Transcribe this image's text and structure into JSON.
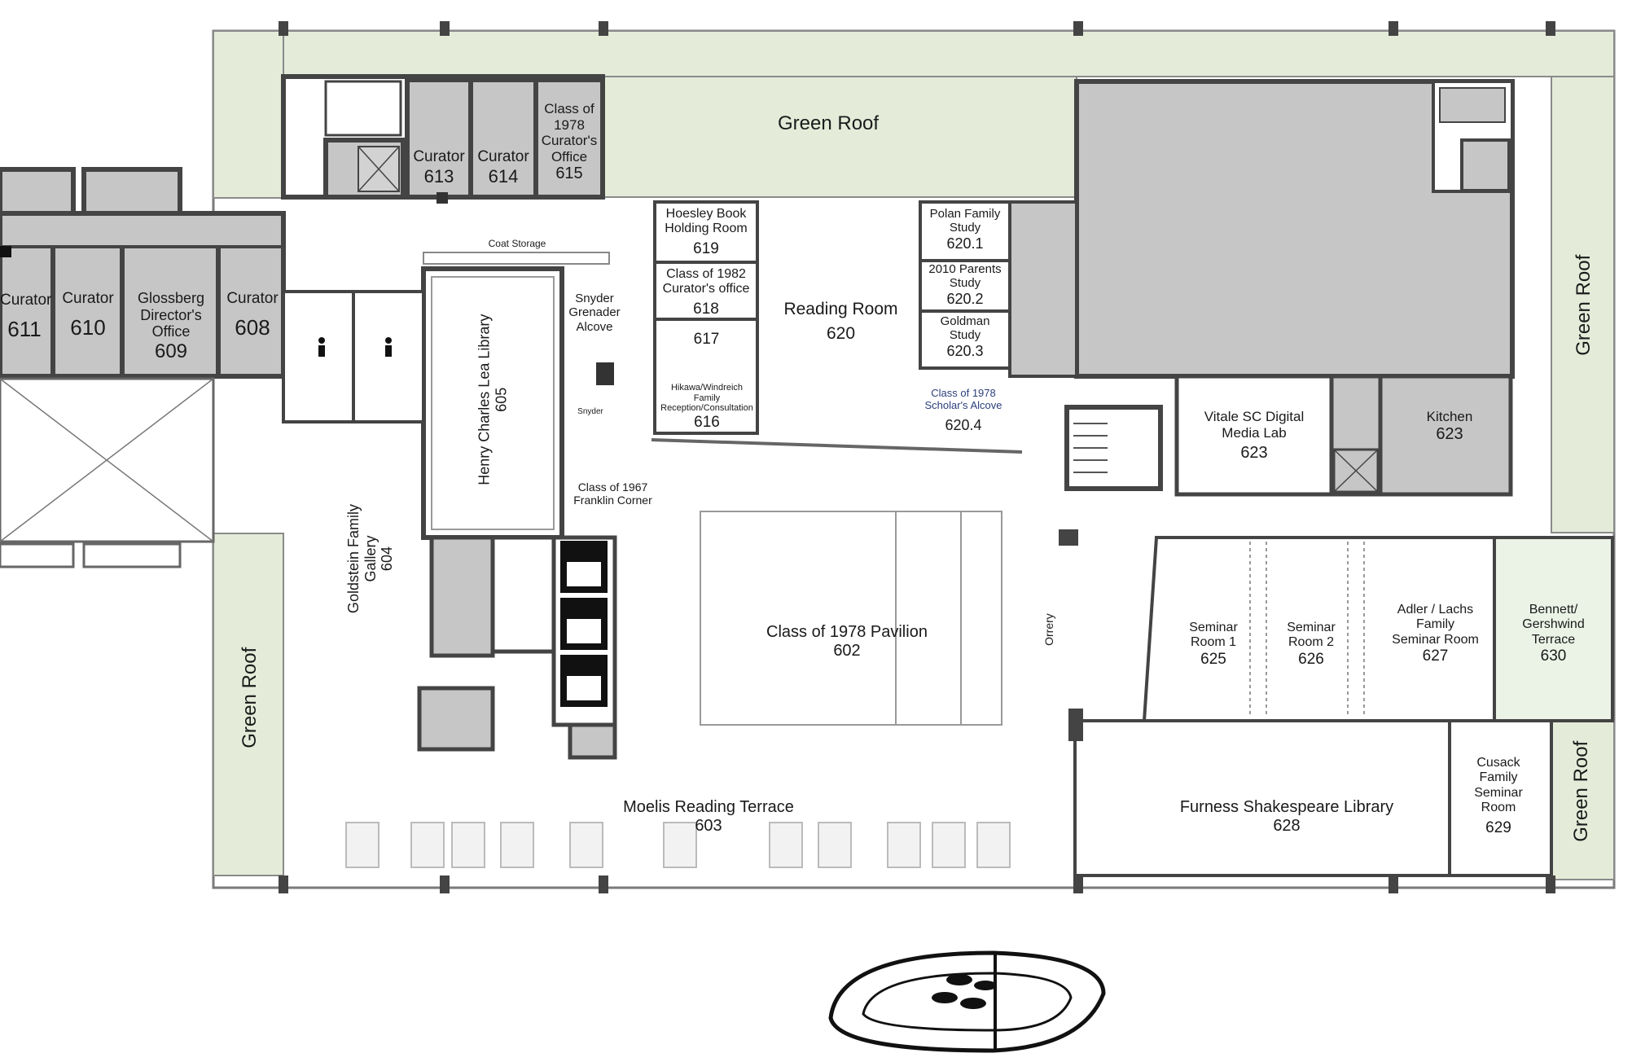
{
  "map": {
    "green_roof_label": "Green Roof",
    "rooms": {
      "r611": {
        "name": "Curator",
        "number": "611"
      },
      "r610": {
        "name": "Curator",
        "number": "610"
      },
      "r609": {
        "name_lines": [
          "Glossberg",
          "Director's",
          "Office"
        ],
        "number": "609"
      },
      "r608": {
        "name": "Curator",
        "number": "608"
      },
      "r613": {
        "name": "Curator",
        "number": "613"
      },
      "r614": {
        "name": "Curator",
        "number": "614"
      },
      "r615": {
        "name_lines": [
          "Class of",
          "1978",
          "Curator's",
          "Office"
        ],
        "number": "615"
      },
      "r619": {
        "name_lines": [
          "Hoesley Book",
          "Holding Room"
        ],
        "number": "619"
      },
      "r618": {
        "name_lines": [
          "Class of 1982",
          "Curator's office"
        ],
        "number": "618"
      },
      "r617": {
        "number": "617"
      },
      "r616": {
        "name_lines": [
          "Hikawa/Windreich",
          "Family",
          "Reception/Consultation"
        ],
        "number": "616"
      },
      "r620": {
        "name": "Reading Room",
        "number": "620"
      },
      "r620_1": {
        "name_lines": [
          "Polan Family",
          "Study"
        ],
        "number": "620.1"
      },
      "r620_2": {
        "name_lines": [
          "2010 Parents",
          "Study"
        ],
        "number": "620.2"
      },
      "r620_3": {
        "name_lines": [
          "Goldman",
          "Study"
        ],
        "number": "620.3"
      },
      "r620_4": {
        "name_lines": [
          "Class of 1978",
          "Scholar's Alcove"
        ],
        "number": "620.4"
      },
      "r605": {
        "name": "Henry Charles Lea Library",
        "number": "605"
      },
      "r604": {
        "name_lines": [
          "Goldstein Family",
          "Gallery"
        ],
        "number": "604"
      },
      "r602": {
        "name": "Class of 1978 Pavilion",
        "number": "602"
      },
      "r603": {
        "name": "Moelis Reading Terrace",
        "number": "603"
      },
      "r623a": {
        "name_lines": [
          "Vitale SC Digital",
          "Media Lab"
        ],
        "number": "623"
      },
      "r623b": {
        "name": "Kitchen",
        "number": "623"
      },
      "r625": {
        "name_lines": [
          "Seminar",
          "Room 1"
        ],
        "number": "625"
      },
      "r626": {
        "name_lines": [
          "Seminar",
          "Room 2"
        ],
        "number": "626"
      },
      "r627": {
        "name_lines": [
          "Adler / Lachs",
          "Family",
          "Seminar Room"
        ],
        "number": "627"
      },
      "r630": {
        "name_lines": [
          "Bennett/",
          "Gershwind",
          "Terrace"
        ],
        "number": "630"
      },
      "r628": {
        "name": "Furness Shakespeare Library",
        "number": "628"
      },
      "r629": {
        "name_lines": [
          "Cusack",
          "Family",
          "Seminar",
          "Room"
        ],
        "number": "629"
      }
    },
    "labels": {
      "coat_storage": "Coat Storage",
      "snyder_alcove": [
        "Snyder",
        "Grenader",
        "Alcove"
      ],
      "snyder_small": "Snyder",
      "franklin_corner": [
        "Class of 1967",
        "Franklin Corner"
      ],
      "orrery": "Orrery"
    },
    "colors": {
      "green_roof": "#e4ecd9",
      "room_gray": "#c6c6c6",
      "wall": "#444444",
      "light_line": "#bdbdbd",
      "blue_text": "#2b3f7a"
    },
    "icons": [
      "restroom-icon",
      "elevator-icon",
      "printer-icon",
      "stair-icon",
      "compass-logo"
    ]
  }
}
